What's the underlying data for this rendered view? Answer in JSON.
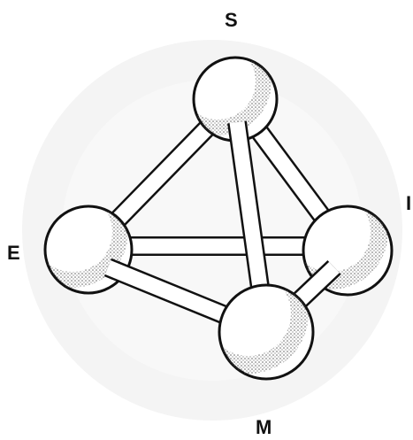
{
  "labels": {
    "s": "S",
    "e": "E",
    "m": "M",
    "i": "I"
  },
  "colors": {
    "ink": "#111111",
    "paper": "#ffffff",
    "background_texture": "#f2f2f2",
    "stipple": "#555555"
  }
}
